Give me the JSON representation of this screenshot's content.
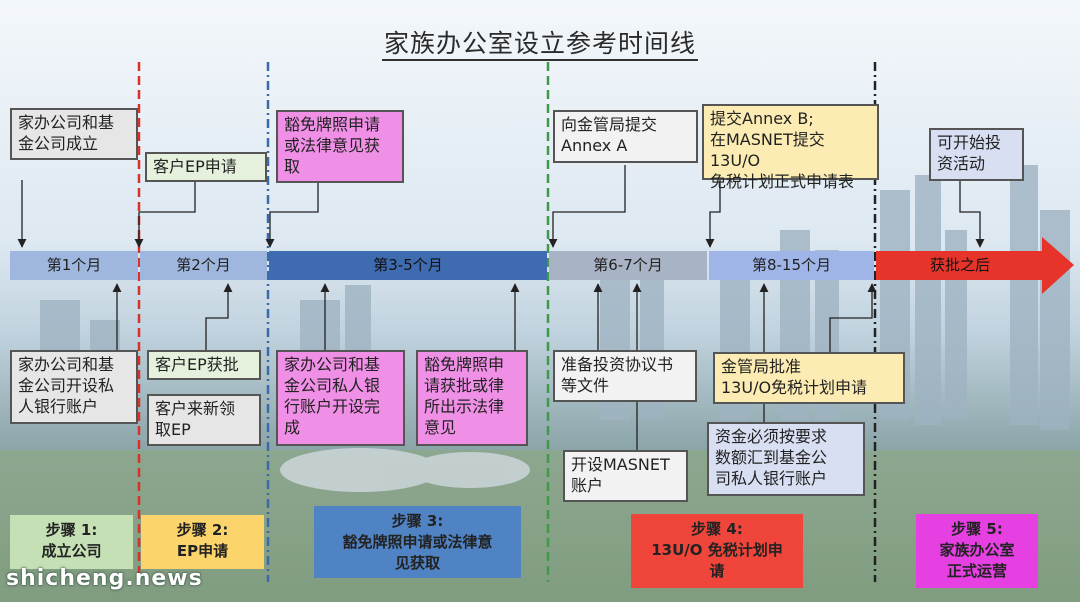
{
  "title": "家族办公室设立参考时间线",
  "timeline": [
    {
      "label": "第1个月"
    },
    {
      "label": "第2个月"
    },
    {
      "label": "第3-5个月"
    },
    {
      "label": "第6-7个月"
    },
    {
      "label": "第8-15个月"
    },
    {
      "label": "获批之后"
    }
  ],
  "top_boxes": [
    {
      "text": "家办公司和基\n金公司成立"
    },
    {
      "text": "客户EP申请"
    },
    {
      "text": "豁免牌照申请\n或法律意见获\n取"
    },
    {
      "text": "向金管局提交\nAnnex A"
    },
    {
      "text": "提交Annex B;\n在MASNET提交13U/O\n免税计划正式申请表"
    },
    {
      "text": "可开始投\n资活动"
    }
  ],
  "bottom_boxes": [
    {
      "text": "家办公司和基\n金公司开设私\n人银行账户"
    },
    {
      "text": "客户EP获批"
    },
    {
      "text": "客户来新领\n取EP"
    },
    {
      "text": "家办公司和基\n金公司私人银\n行账户开设完\n成"
    },
    {
      "text": "豁免牌照申\n请获批或律\n所出示法律\n意见"
    },
    {
      "text": "准备投资协议书\n等文件"
    },
    {
      "text": "开设MASNET\n账户"
    },
    {
      "text": "金管局批准\n13U/O免税计划申请"
    },
    {
      "text": "资金必须按要求\n数额汇到基金公\n司私人银行账户"
    }
  ],
  "steps": [
    {
      "text": "步骤 1:\n成立公司",
      "color": "#c5e0b4"
    },
    {
      "text": "步骤 2:\nEP申请",
      "color": "#fbd46b"
    },
    {
      "text": "步骤 3:\n豁免牌照申请或法律意\n见获取",
      "color": "#4f83c4"
    },
    {
      "text": "步骤 4:\n13U/O 免税计划申\n请",
      "color": "#f0453a"
    },
    {
      "text": "步骤 5:\n家族办公室\n正式运营",
      "color": "#e640e2"
    }
  ],
  "colors": {
    "divider_red": "#d9302a",
    "divider_blue": "#3a6aa8",
    "divider_green": "#3f9a48",
    "divider_black": "#222222"
  },
  "watermark": "shicheng.news"
}
